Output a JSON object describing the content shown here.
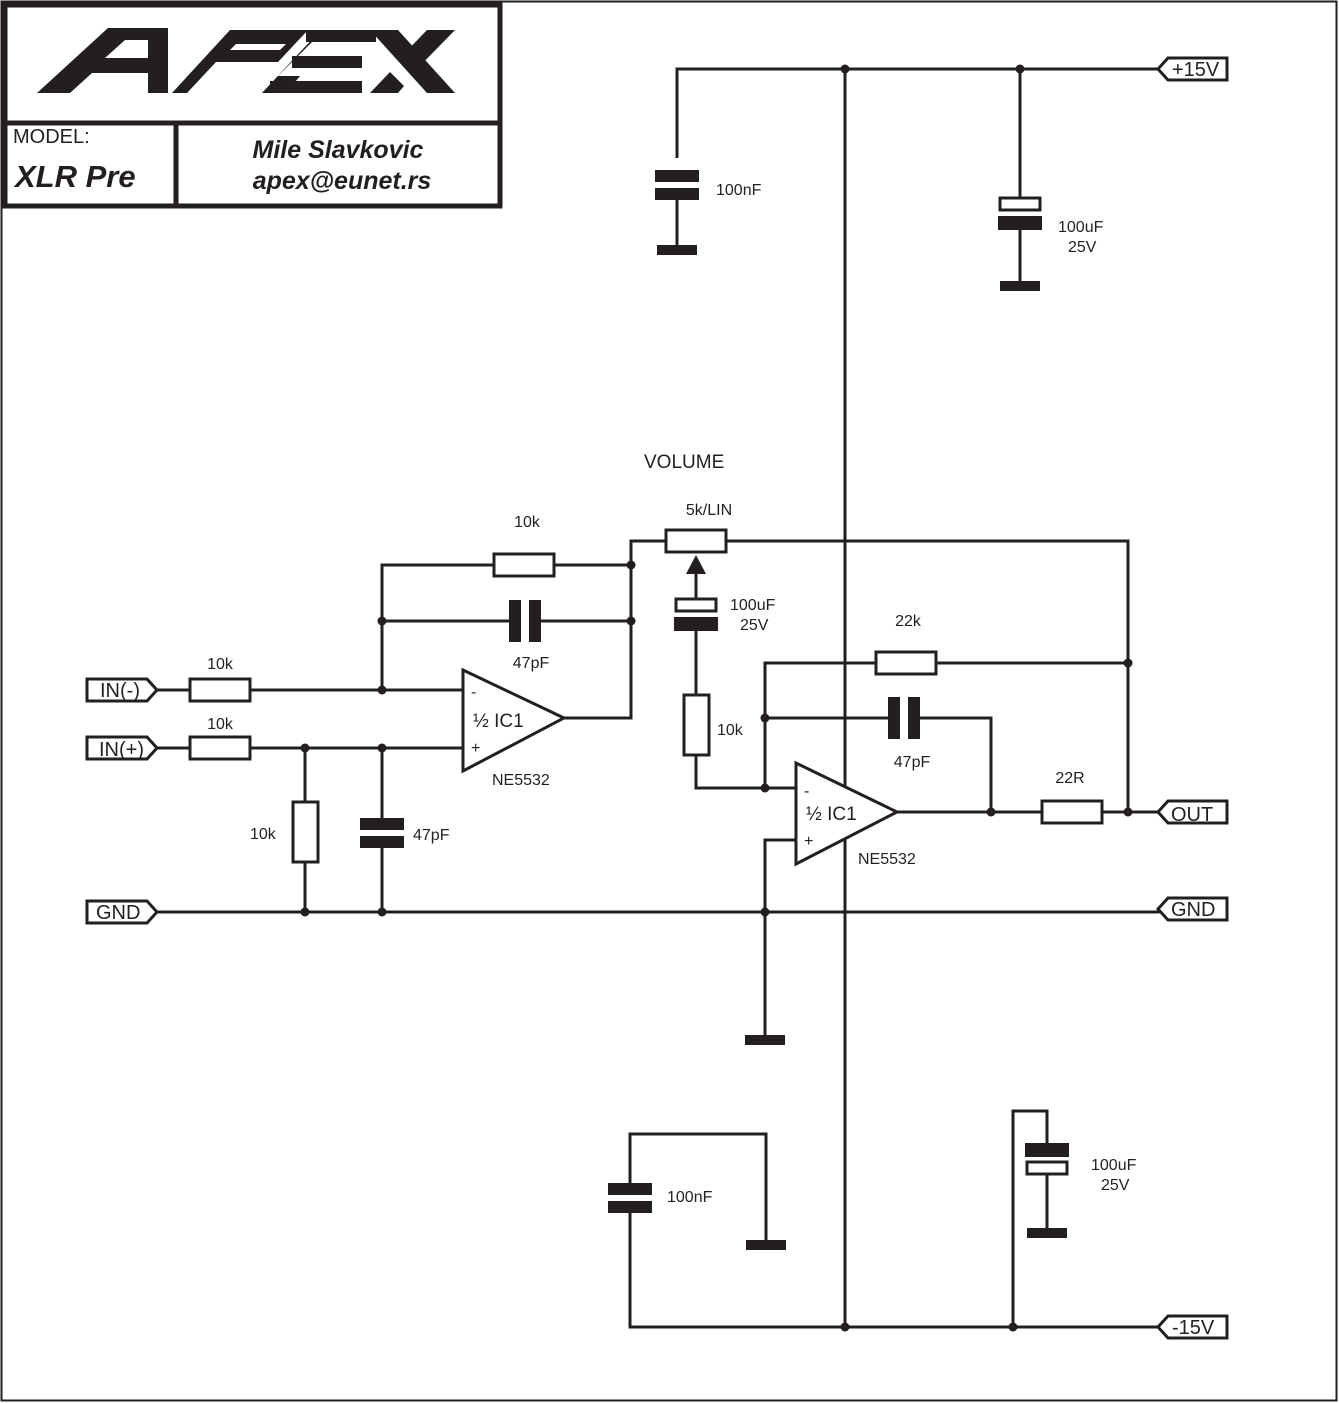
{
  "title_block": {
    "logo_text": "APEX",
    "model_label": "MODEL:",
    "model_name": "XLR Pre",
    "author": "Mile Slavkovic",
    "email": "apex@eunet.rs"
  },
  "ports": {
    "vplus": "+15V",
    "vminus": "-15V",
    "in_minus": "IN(-)",
    "in_plus": "IN(+)",
    "gnd_left": "GND",
    "gnd_right": "GND",
    "out": "OUT"
  },
  "opamps": {
    "ic1a_label": "½ IC1",
    "ic1a_part": "NE5532",
    "ic1a_minus": "-",
    "ic1a_plus": "+",
    "ic1b_label": "½ IC1",
    "ic1b_part": "NE5532",
    "ic1b_minus": "-",
    "ic1b_plus": "+"
  },
  "components": {
    "volume_title": "VOLUME",
    "pot": "5k/LIN",
    "r_in_minus": "10k",
    "r_in_plus": "10k",
    "r_feedback1": "10k",
    "c_feedback1": "47pF",
    "r_shunt": "10k",
    "c_shunt": "47pF",
    "c_wiper_value": "100uF",
    "c_wiper_voltage": "25V",
    "r_wiper": "10k",
    "r_feedback2": "22k",
    "c_feedback2": "47pF",
    "r_out": "22R",
    "c_dec_pos": "100nF",
    "c_bulk_pos_value": "100uF",
    "c_bulk_pos_voltage": "25V",
    "c_dec_neg": "100nF",
    "c_bulk_neg_value": "100uF",
    "c_bulk_neg_voltage": "25V"
  }
}
